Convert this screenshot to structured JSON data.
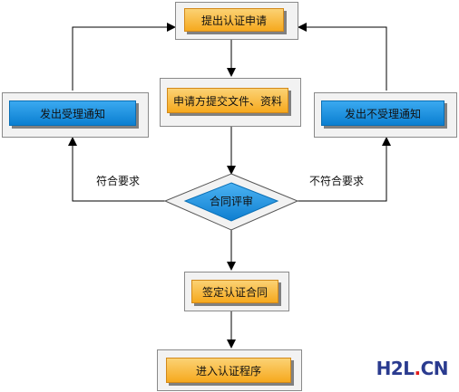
{
  "flowchart": {
    "nodes": {
      "apply": "提出认证申请",
      "submit_docs": "申请方提交文件、资料",
      "review": "合同评审",
      "sign": "签定认证合同",
      "enter": "进入认证程序",
      "accept_notice": "发出受理通知",
      "reject_notice": "发出不受理通知"
    },
    "conditions": {
      "meets": "符合要求",
      "not_meets": "不符合要求"
    }
  },
  "watermark": {
    "h2l": "H2L",
    "dot": ".",
    "cn": "CN"
  },
  "colors": {
    "step_box": "#f6a91e",
    "notice_box": "#0b7fd1",
    "decision": "#1e8fe0",
    "frame": "#f2f2f2"
  }
}
